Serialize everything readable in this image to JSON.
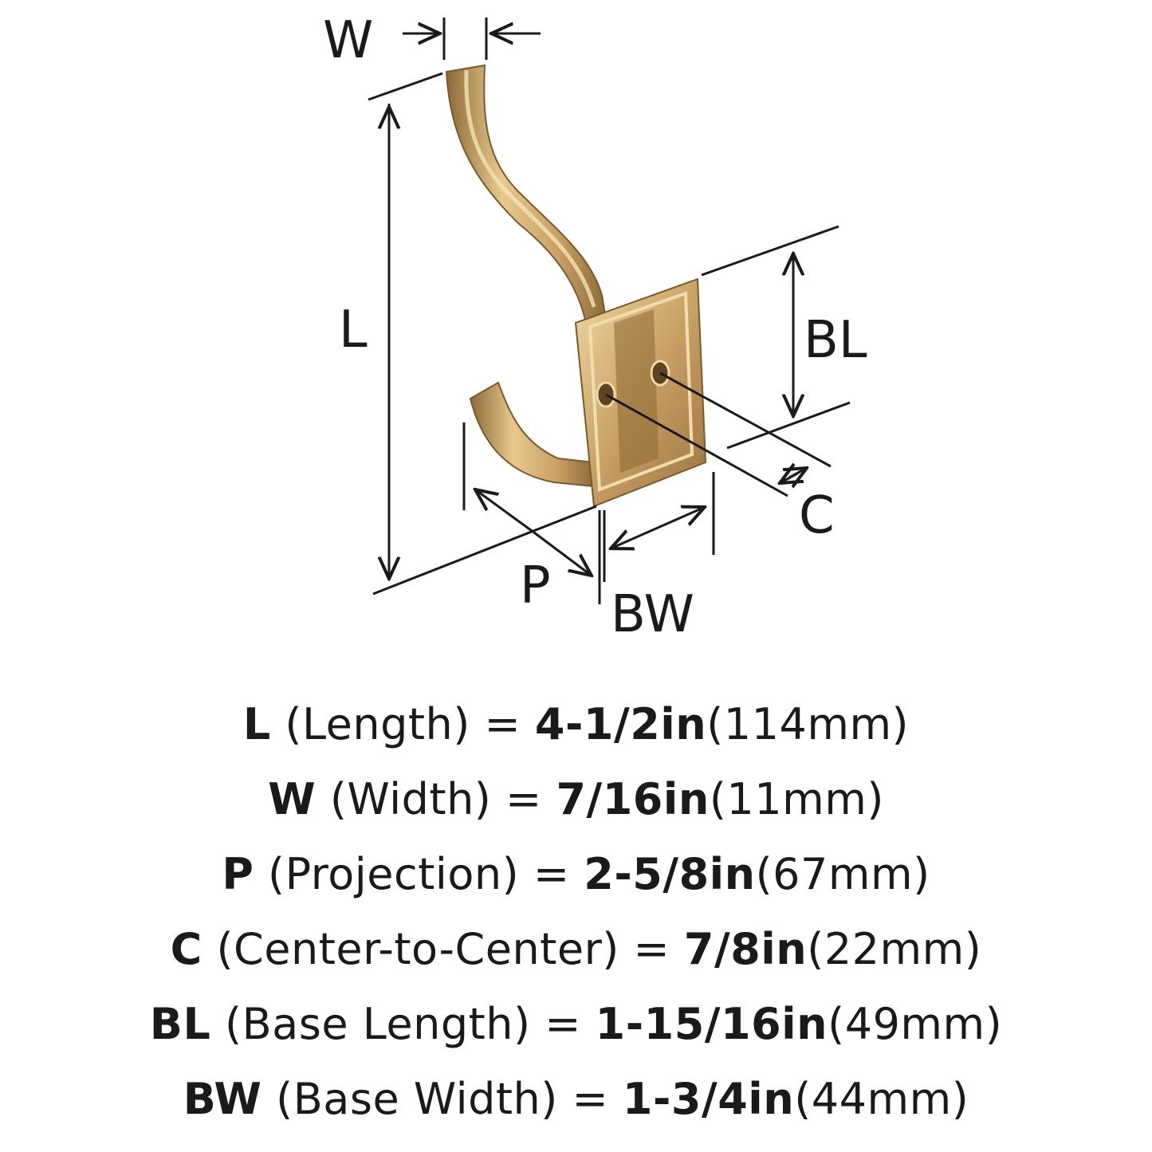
{
  "diagram": {
    "labels": {
      "w": "W",
      "l": "L",
      "bl": "BL",
      "c": "C",
      "p": "P",
      "bw": "BW"
    },
    "colors": {
      "brass_light": "#e8c98c",
      "brass_mid": "#c9a165",
      "brass_dark": "#8e6a38",
      "line": "#1a1a1a"
    }
  },
  "specs": [
    {
      "sym": "L",
      "name": " (Length) = ",
      "inch": "4-1/2in",
      "mm": "(114mm)"
    },
    {
      "sym": "W",
      "name": " (Width) = ",
      "inch": "7/16in",
      "mm": "(11mm)"
    },
    {
      "sym": "P",
      "name": " (Projection) = ",
      "inch": "2-5/8in",
      "mm": "(67mm)"
    },
    {
      "sym": "C",
      "name": " (Center-to-Center) = ",
      "inch": "7/8in",
      "mm": "(22mm)"
    },
    {
      "sym": "BL",
      "name": " (Base Length) = ",
      "inch": "1-15/16in",
      "mm": "(49mm)"
    },
    {
      "sym": "BW",
      "name": " (Base Width) = ",
      "inch": "1-3/4in",
      "mm": "(44mm)"
    }
  ]
}
